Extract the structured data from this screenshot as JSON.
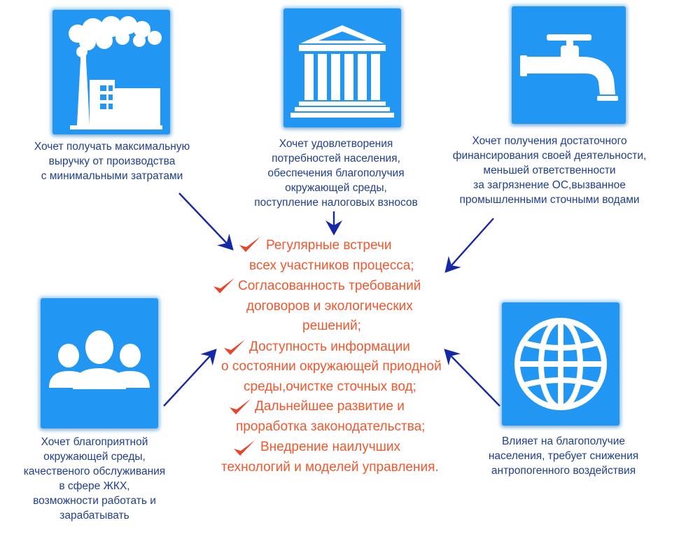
{
  "colors": {
    "tile_blue": "#2196f3",
    "caption_text": "#1f3f8f",
    "arrow": "#1428a8",
    "center_text": "#f2572e",
    "check": "#e8452c"
  },
  "nodes": {
    "factory": {
      "icon": "factory-icon",
      "caption": [
        "Хочет получать максимальную",
        "выручку от производства",
        "с минимальными затратами"
      ]
    },
    "government": {
      "icon": "government-building-icon",
      "caption": [
        "Хочет удовлетворения",
        "потребностей населения,",
        "обеспечения благополучия",
        "окружающей среды,",
        "поступление налоговых взносов"
      ]
    },
    "utility": {
      "icon": "water-faucet-icon",
      "caption": [
        "Хочет получения достаточного",
        "финансирования своей деятельности,",
        "меньшей ответственности",
        "за загрязнение ОС,вызванное",
        "промышленными сточными водами"
      ]
    },
    "population": {
      "icon": "people-group-icon",
      "caption": [
        "Хочет благоприятной",
        "окружающей среды,",
        "качественого обслуживания",
        "в сфере ЖКХ,",
        "возможности работать и",
        "зарабатывать"
      ]
    },
    "environment": {
      "icon": "globe-icon",
      "caption": [
        "Влияет на благополучие",
        "населения, требует снижения",
        "антропогенного воздействия"
      ]
    }
  },
  "center": {
    "items": [
      {
        "lines": [
          "Регулярные встречи",
          "всех участников процесса;"
        ]
      },
      {
        "lines": [
          "Согласованность требований",
          "договоров и экологических",
          "решений;"
        ]
      },
      {
        "lines": [
          "Доступность информации",
          "о состоянии окружающей приодной",
          "среды,очистке сточных вод;"
        ]
      },
      {
        "lines": [
          "Дальнейшее развитие и",
          "проработка законодательства;"
        ]
      },
      {
        "lines": [
          "Внедрение наилучших",
          "технологий и моделей управления."
        ]
      }
    ]
  }
}
